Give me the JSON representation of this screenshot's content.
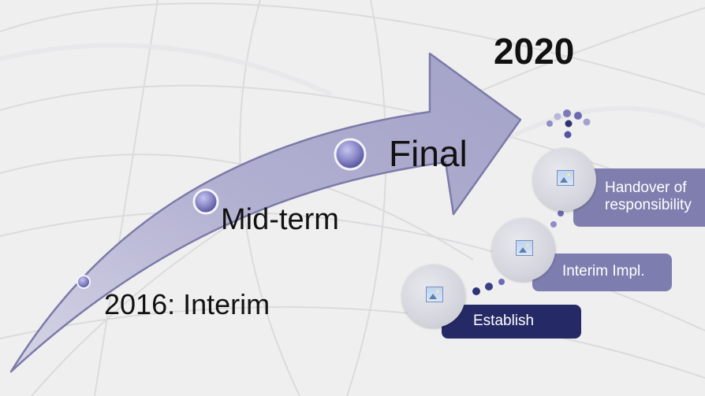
{
  "colors": {
    "arrow_fill": "#a9a8c9",
    "milestone_dot": "#8583c4",
    "label_light": "#7f7eae",
    "label_dark": "#252a66"
  },
  "milestones": {
    "year": "2020",
    "final": "Final",
    "mid_term": "Mid-term",
    "interim": "2016: Interim"
  },
  "phases": [
    {
      "label_line1": "Handover of",
      "label_line2": "responsibility",
      "icon": "picture-icon"
    },
    {
      "label": "Interim Impl.",
      "icon": "picture-icon"
    },
    {
      "label": "Establish",
      "icon": "picture-icon"
    }
  ]
}
